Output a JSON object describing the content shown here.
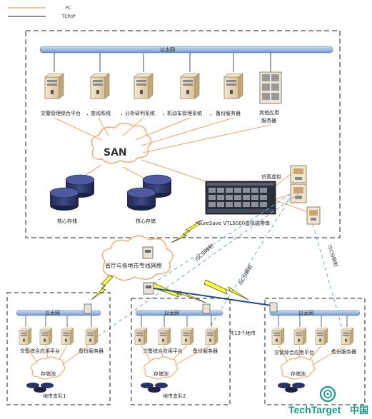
{
  "legend": {
    "fc": "FC",
    "tcpip": "TCP/IP"
  },
  "hq": {
    "ethernet": "以太网",
    "servers": [
      "交警管理综合平台",
      "查询系统",
      "分析研判系统",
      "机动车管理系统",
      "备份服务器"
    ],
    "other_app": [
      "其他应用",
      "服务器"
    ],
    "san": "SAN",
    "core_storage": "核心存储",
    "vtl": "SureSave VTL5000虚拟磁带库",
    "emulated_tape": "仿真虚拟"
  },
  "wan": {
    "network": [
      "省厅与各地市专线网络"
    ],
    "iscsi_map": "iSCSI映射",
    "iscsi_map_vertical": "iSCSI映射"
  },
  "branches": [
    {
      "ethernet": "以太网",
      "platform": "交警综合应用平台",
      "backup": "备份服务器",
      "pool": "存储池",
      "name": "地市支队1"
    },
    {
      "ethernet": "以太网",
      "platform": "交警综合应用平台",
      "backup": "备份服务器",
      "pool": "存储池",
      "name": "地市支队2"
    },
    {
      "ethernet": "以太网",
      "platform": "交警综合应用平台",
      "backup": "备份服务器",
      "pool": "存储池",
      "name": ""
    }
  ],
  "total_cities": "共13个地市",
  "watermark": {
    "brand": "TechTarget",
    "region": "中国"
  },
  "colors": {
    "fc": "#f0a868",
    "tcpip": "#222222",
    "dashed_link": "#7aa6d6",
    "ethernet": "#8fb0d8",
    "wan_bolt": "#ffff33",
    "logo": "#1a9a8e"
  }
}
